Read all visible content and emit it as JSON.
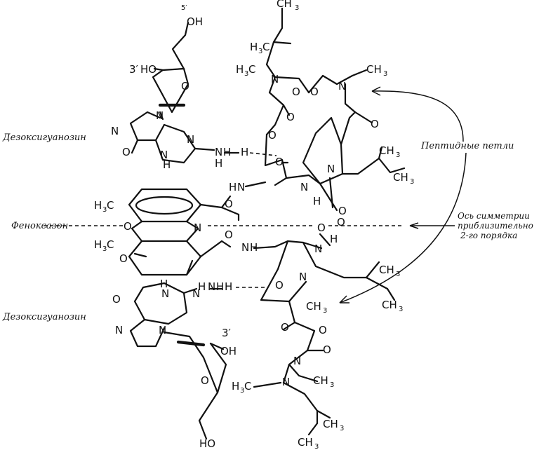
{
  "labels": {
    "deoxyguanosine_top": "Дезоксигуанозин",
    "deoxyguanosine_bottom": "Дезоксигуанозин",
    "phenoxazone": "Феноксазон",
    "peptide_loops": "Пептидные петли",
    "symmetry_axis_line1": "Ось симметрии",
    "symmetry_axis_line2": "приблизительно",
    "symmetry_axis_line3": "2-го порядка"
  },
  "atoms": {
    "ch3": "CH",
    "sub3": "3",
    "h3c": "H",
    "h3c_c": "C",
    "oh": "OH",
    "ho": "HO",
    "o": "O",
    "n": "N",
    "nh": "NH",
    "h": "H",
    "prime3": "3′",
    "prime5": "5′"
  }
}
